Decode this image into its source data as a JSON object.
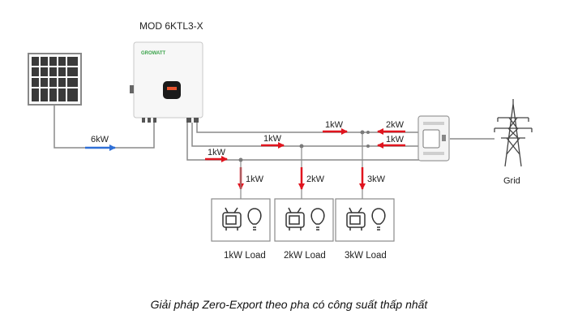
{
  "inverter": {
    "model": "MOD 6KTL3-X",
    "brand": "GROWATT"
  },
  "flows": {
    "pv_to_inverter": "6kW",
    "phase1": "1kW",
    "phase2": "1kW",
    "phase3": "1kW",
    "grid_top": "2kW",
    "grid_mid": "1kW"
  },
  "drops": [
    "1kW",
    "2kW",
    "3kW"
  ],
  "loads": [
    "1kW Load",
    "2kW Load",
    "3kW Load"
  ],
  "grid_label": "Grid",
  "caption": "Giải pháp Zero-Export theo pha có công suất thấp nhất",
  "colors": {
    "red_arrow": "#e0141e",
    "blue_arrow": "#2f6fd6",
    "wire": "#8a8a8a"
  }
}
